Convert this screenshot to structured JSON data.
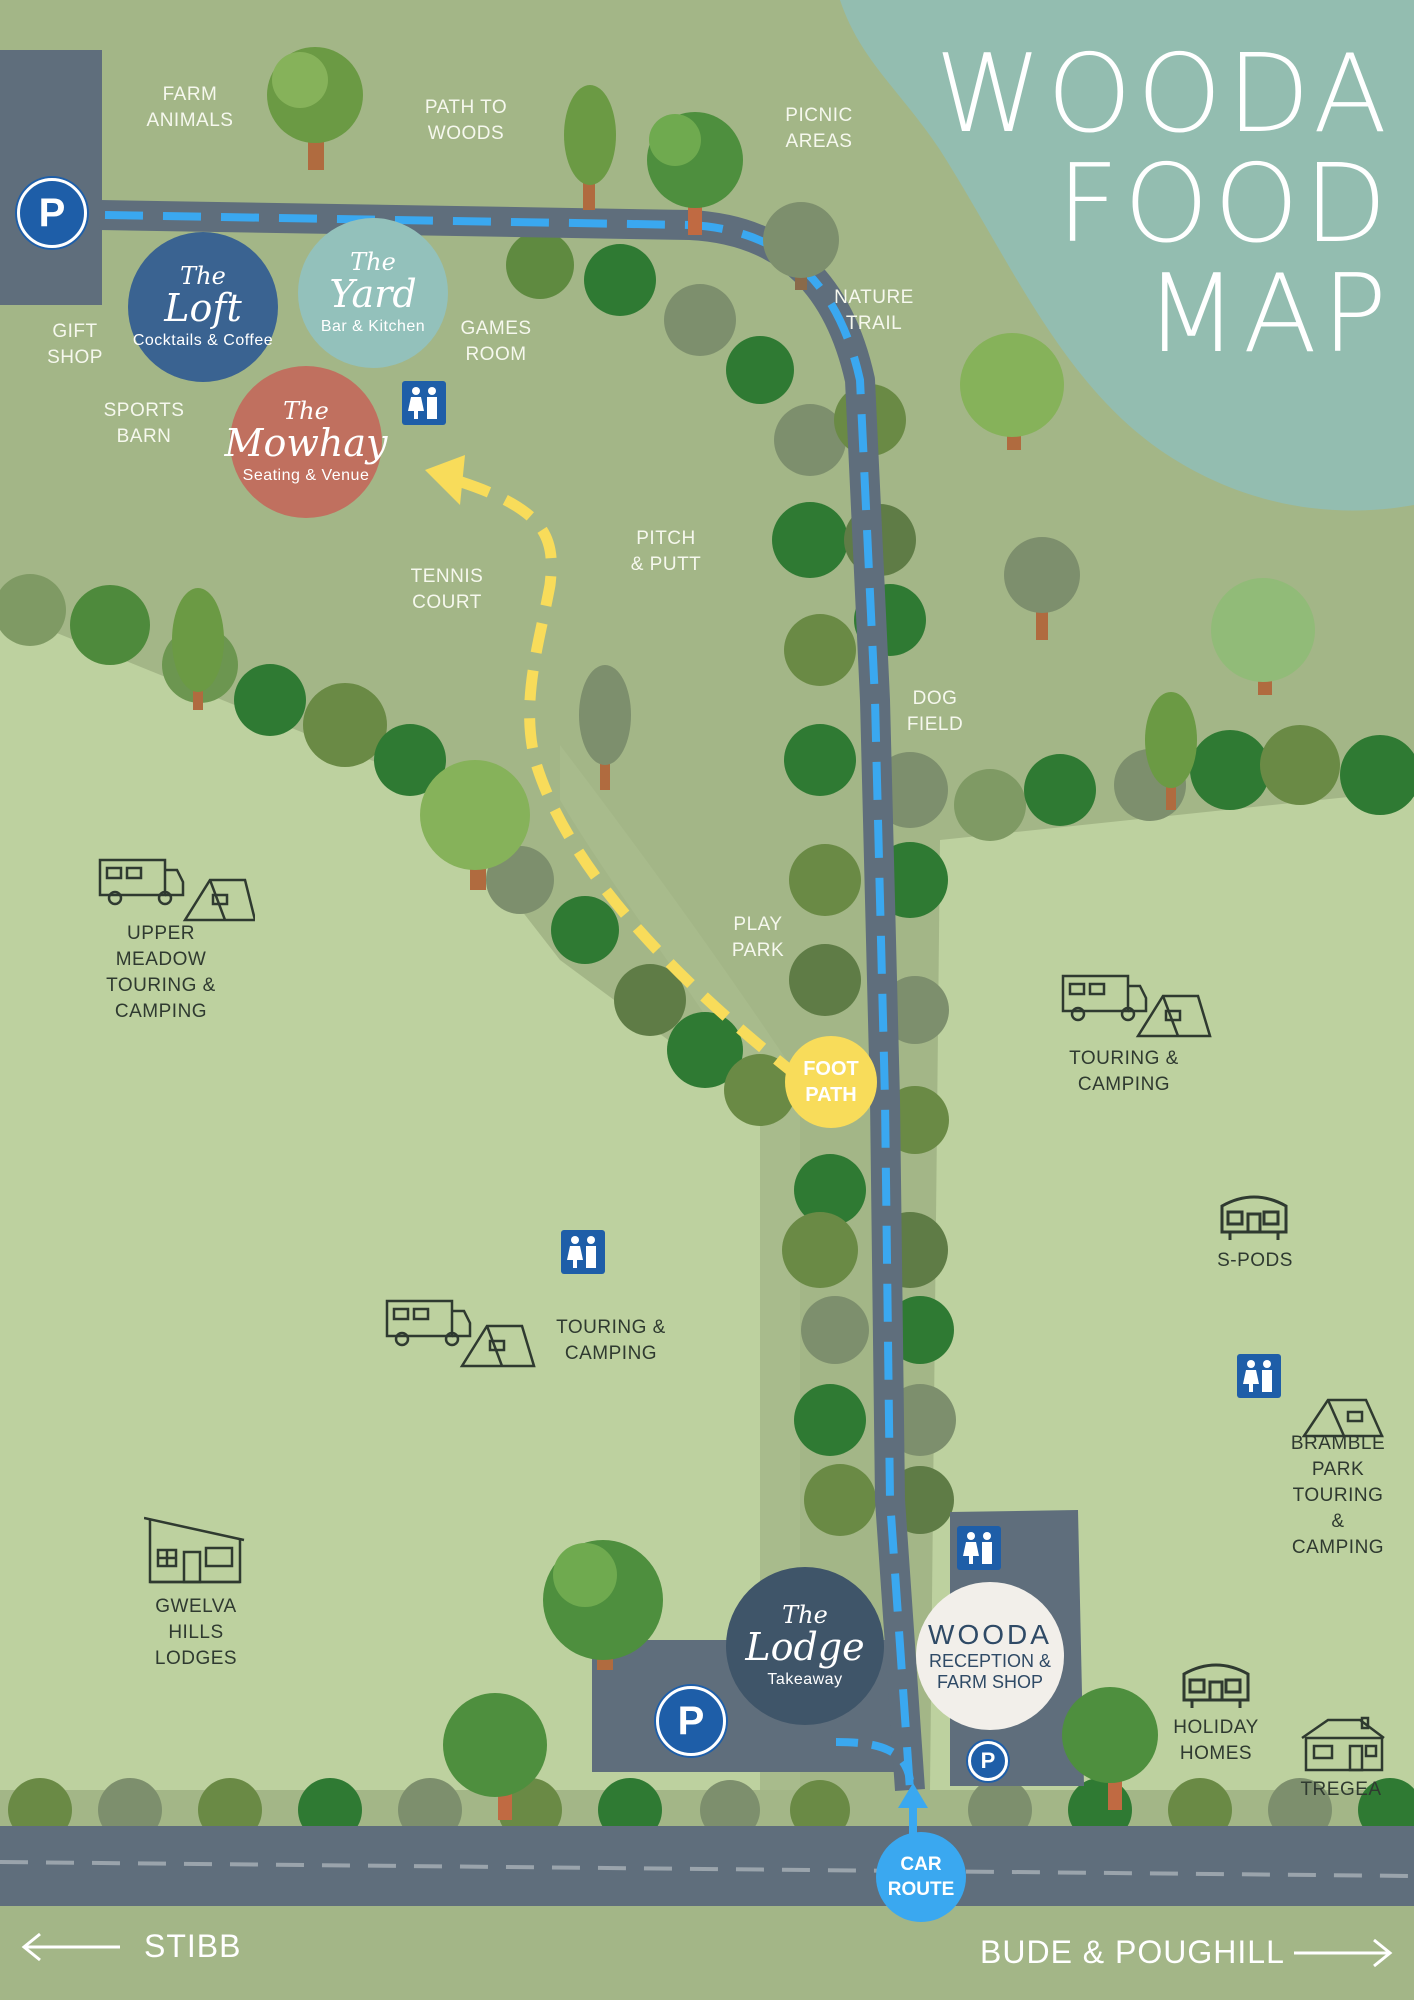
{
  "title": {
    "line1": "WOODA",
    "line2": "FOOD",
    "line3": "MAP"
  },
  "colors": {
    "upper_field": "#a3b687",
    "lower_field": "#bdd19f",
    "water": "#93bdb0",
    "road": "#5f6e7c",
    "car_route": "#3aa8f0",
    "foot_path": "#f8dc5a",
    "parking_blue": "#1e5ea8"
  },
  "labels": {
    "farm_animals": "FARM\nANIMALS",
    "path_to_woods": "PATH TO\nWOODS",
    "picnic_areas": "PICNIC\nAREAS",
    "nature_trail": "NATURE\nTRAIL",
    "gift_shop": "GIFT\nSHOP",
    "games_room": "GAMES\nROOM",
    "sports_barn": "SPORTS\nBARN",
    "pitch_putt": "PITCH\n& PUTT",
    "tennis_court": "TENNIS\nCOURT",
    "dog_field": "DOG\nFIELD",
    "play_park": "PLAY\nPARK",
    "upper_meadow": "UPPER\nMEADOW\nTOURING &\nCAMPING",
    "touring_camping_right": "TOURING &\nCAMPING",
    "s_pods": "S-PODS",
    "touring_camping_mid": "TOURING &\nCAMPING",
    "bramble_park": "BRAMBLE\nPARK\nTOURING &\nCAMPING",
    "gwelva": "GWELVA\nHILLS\nLODGES",
    "holiday_homes": "HOLIDAY\nHOMES",
    "tregea": "TREGEA"
  },
  "venues": {
    "loft": {
      "the": "The",
      "name": "Loft",
      "subtitle": "Cocktails & Coffee",
      "color": "#3a6391"
    },
    "yard": {
      "the": "The",
      "name": "Yard",
      "subtitle": "Bar & Kitchen",
      "color": "#93c1bb"
    },
    "mowhay": {
      "the": "The",
      "name": "Mowhay",
      "subtitle": "Seating & Venue",
      "color": "#c0705f"
    },
    "lodge": {
      "the": "The",
      "name": "Lodge",
      "subtitle": "Takeaway",
      "color": "#3f5569"
    },
    "reception": {
      "name": "WOODA",
      "subtitle": "RECEPTION &\nFARM SHOP",
      "color": "#f2efea"
    }
  },
  "badges": {
    "foot_path": "FOOT\nPATH",
    "car_route": "CAR\nROUTE"
  },
  "parking_letter": "P",
  "directions": {
    "left": "STIBB",
    "right": "BUDE & POUGHILL"
  },
  "icons": {
    "parking": "parking-icon",
    "toilets": "toilets-icon",
    "motorhome": "motorhome-icon",
    "tent": "tent-icon",
    "pod": "pod-icon",
    "lodge": "lodge-icon",
    "holiday_home": "holiday-home-icon",
    "cottage": "cottage-icon",
    "tree": "tree-icon"
  }
}
